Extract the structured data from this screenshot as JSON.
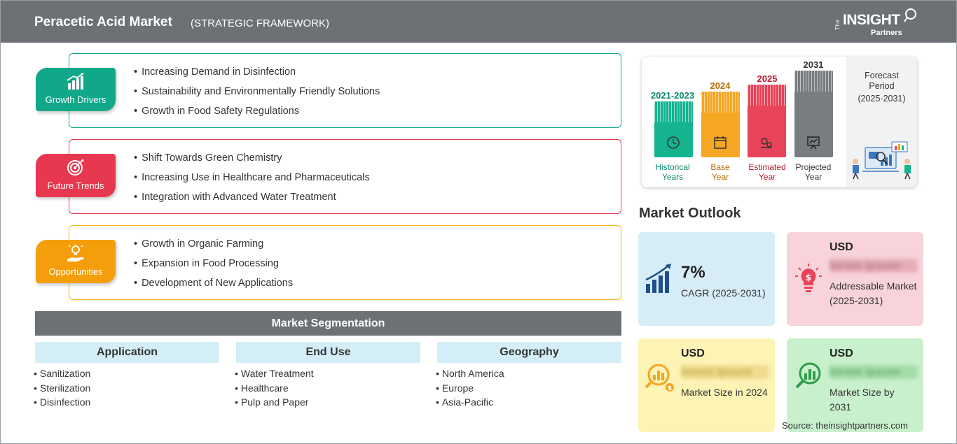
{
  "header": {
    "title": "Peracetic Acid Market",
    "subtitle": "(STRATEGIC FRAMEWORK)",
    "logo": {
      "the": "The",
      "insight": "INSIGHT",
      "partners": "Partners"
    }
  },
  "framework": {
    "growth_drivers": {
      "label": "Growth Drivers",
      "color": "#10a889",
      "items": [
        "Increasing Demand in Disinfection",
        "Sustainability and Environmentally Friendly Solutions",
        "Growth in Food Safety Regulations"
      ]
    },
    "future_trends": {
      "label": "Future Trends",
      "color": "#e8384f",
      "items": [
        "Shift Towards Green Chemistry",
        "Increasing Use in Healthcare and Pharmaceuticals",
        "Integration with Advanced Water Treatment"
      ]
    },
    "opportunities": {
      "label": "Opportunities",
      "color": "#f59e0b",
      "items": [
        "Growth in Organic Farming",
        "Expansion in Food Processing",
        "Development of New Applications"
      ]
    }
  },
  "segmentation": {
    "title": "Market Segmentation",
    "columns": [
      {
        "title": "Application",
        "items": [
          "Sanitization",
          "Sterilization",
          "Disinfection"
        ]
      },
      {
        "title": "End Use",
        "items": [
          "Water Treatment",
          "Healthcare",
          "Pulp and Paper"
        ]
      },
      {
        "title": "Geography",
        "items": [
          "North America",
          "Europe",
          "Asia-Pacific"
        ]
      }
    ]
  },
  "timeline": {
    "bars": [
      {
        "year": "2021-2023",
        "label_line1": "Historical",
        "label_line2": "Years",
        "color": "#14b48f",
        "text_color": "#0d8a6e"
      },
      {
        "year": "2024",
        "label_line1": "Base",
        "label_line2": "Year",
        "color": "#f5a623",
        "text_color": "#b86b00"
      },
      {
        "year": "2025",
        "label_line1": "Estimated",
        "label_line2": "Year",
        "color": "#e8445a",
        "text_color": "#b8192f"
      },
      {
        "year": "2031",
        "label_line1": "Projected",
        "label_line2": "Year",
        "color": "#7a7d80",
        "text_color": "#333333"
      }
    ],
    "forecast_title": "Forecast Period",
    "forecast_range": "(2025-2031)"
  },
  "outlook": {
    "title": "Market Outlook",
    "cagr": {
      "value": "7%",
      "label": "CAGR (2025-2031)",
      "bg": "#d6ecf7"
    },
    "addressable": {
      "currency": "USD",
      "blurred": "lorem ipsum",
      "label": "Addressable Market (2025-2031)",
      "bg": "#f8d3da"
    },
    "size_2024": {
      "currency": "USD",
      "blurred": "lorem ipsum",
      "label": "Market Size in 2024",
      "bg": "#fdf3b5"
    },
    "size_2031": {
      "currency": "USD",
      "blurred": "lorem ipsum",
      "label": "Market Size by 2031",
      "bg": "#c9f0cc"
    }
  },
  "source": "Source: theinsightpartners.com"
}
